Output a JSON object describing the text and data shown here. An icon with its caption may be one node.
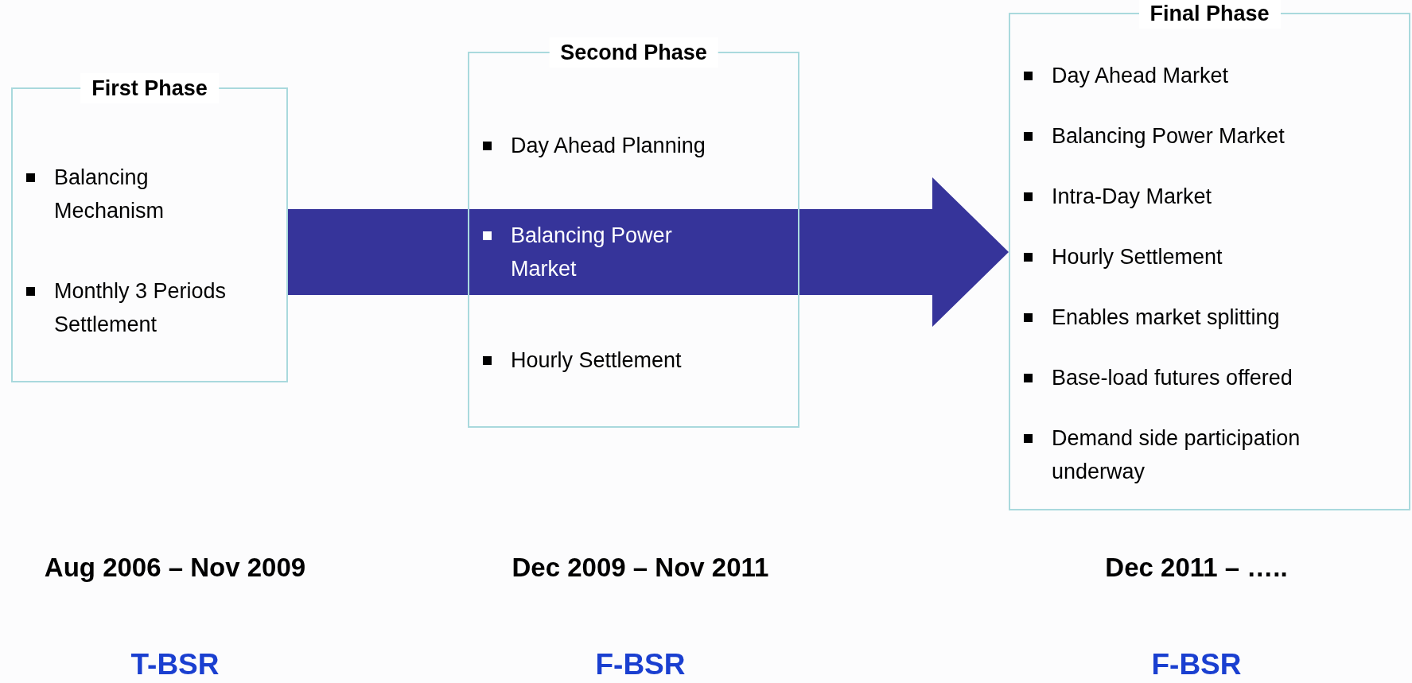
{
  "diagram": {
    "nodes": [
      {
        "text": [
          "First Phase",
          "Balancing Mechanism",
          "Monthly 3 Periods Settlement"
        ],
        "beside": [
          "Aug 2006 – Nov 2009",
          "T-BSR"
        ]
      },
      {
        "text": [
          "Second Phase",
          "Day Ahead Planning",
          "Balancing Power Market",
          "Hourly Settlement"
        ],
        "beside": [
          "Dec 2009 – Nov 2011",
          "F-BSR"
        ]
      },
      {
        "text": [
          "Final Phase",
          "Day Ahead Market",
          "Balancing Power Market",
          "Intra-Day Market",
          "Hourly Settlement",
          "Enables market splitting",
          "Base-load futures offered",
          "Demand side participation underway"
        ],
        "beside": [
          "Dec 2011 – …..",
          "F-BSR"
        ]
      }
    ],
    "edges": [
      {
        "from": 0,
        "to": 2,
        "arrow": "to",
        "style": "thick"
      }
    ]
  }
}
